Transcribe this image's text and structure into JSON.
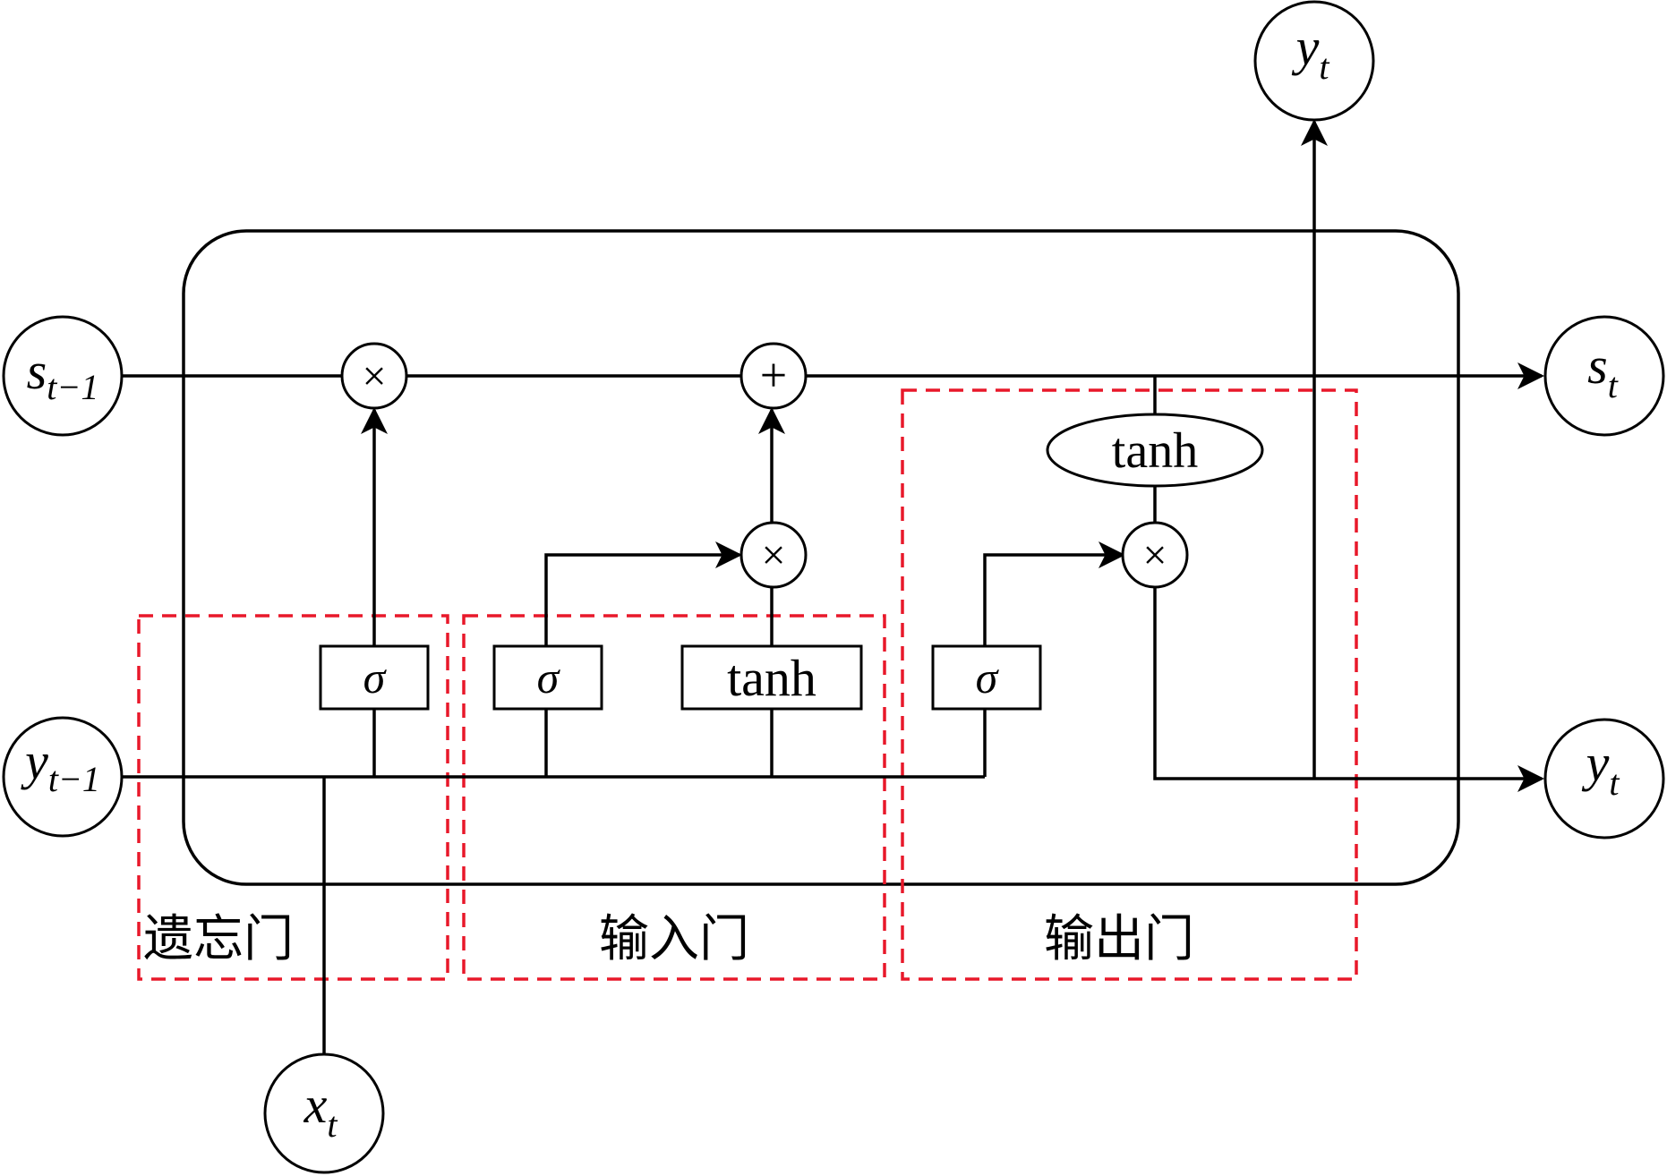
{
  "diagram": {
    "inputs": {
      "s_prev": {
        "base": "s",
        "sub": "t−1"
      },
      "y_prev": {
        "base": "y",
        "sub": "t−1"
      },
      "x": {
        "base": "x",
        "sub": "t"
      }
    },
    "outputs": {
      "s": {
        "base": "s",
        "sub": "t"
      },
      "y_right": {
        "base": "y",
        "sub": "t"
      },
      "y_top": {
        "base": "y",
        "sub": "t"
      }
    },
    "operators": {
      "forget_multiply": "×",
      "add": "+",
      "input_multiply": "×",
      "output_multiply": "×"
    },
    "activations": {
      "forget_sigma": "σ",
      "input_sigma": "σ",
      "input_tanh": "tanh",
      "output_sigma": "σ",
      "cell_tanh": "tanh"
    },
    "gates": {
      "forget": "遗忘门",
      "input": "输入门",
      "output": "输出门"
    },
    "colors": {
      "gate_border": "#e8182a",
      "line": "#000000"
    }
  }
}
